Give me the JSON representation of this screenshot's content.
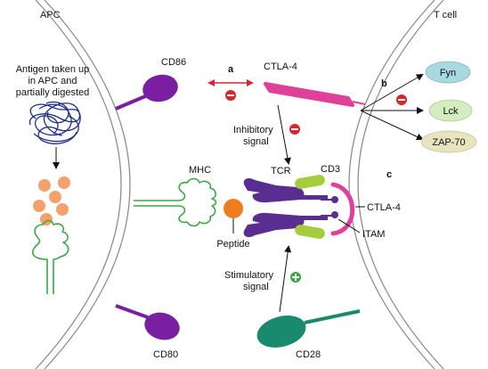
{
  "cells": {
    "left": "APC",
    "right": "T cell"
  },
  "antigen_note": [
    "Antigen taken up",
    "in APC and",
    "partially digested"
  ],
  "molecules": {
    "cd86": "CD86",
    "ctla4_top": "CTLA-4",
    "mhc": "MHC",
    "tcr": "TCR",
    "cd3": "CD3",
    "ctla4_side": "CTLA-4",
    "peptide": "Peptide",
    "itam": "ITAM",
    "cd80": "CD80",
    "cd28": "CD28"
  },
  "kinases": {
    "fyn": "Fyn",
    "lck": "Lck",
    "zap70": "ZAP-70"
  },
  "signals": {
    "inhibitory": [
      "Inhibitory",
      "signal"
    ],
    "stimulatory": [
      "Stimulatory",
      "signal"
    ]
  },
  "panel_letters": {
    "a": "a",
    "b": "b",
    "c": "c"
  },
  "colors": {
    "membrane": "#8a8a8a",
    "purple": "#7b1fa2",
    "tcr_purple": "#5a2d91",
    "pink": "#e0409a",
    "green_mhc": "#3aa845",
    "lime_cd3": "#a4cc3c",
    "orange": "#ef7d1e",
    "peptide_fragment": "#f4a26b",
    "teal": "#1a8a6e",
    "antigen_blue": "#1e2f8a",
    "kinase_fill_blue": "#a8d8e0",
    "kinase_fill_green": "#d4ecc0",
    "kinase_fill_tan": "#e8e4c0",
    "inhibit_red": "#d8262e",
    "stimulate_green": "#3aa845"
  }
}
